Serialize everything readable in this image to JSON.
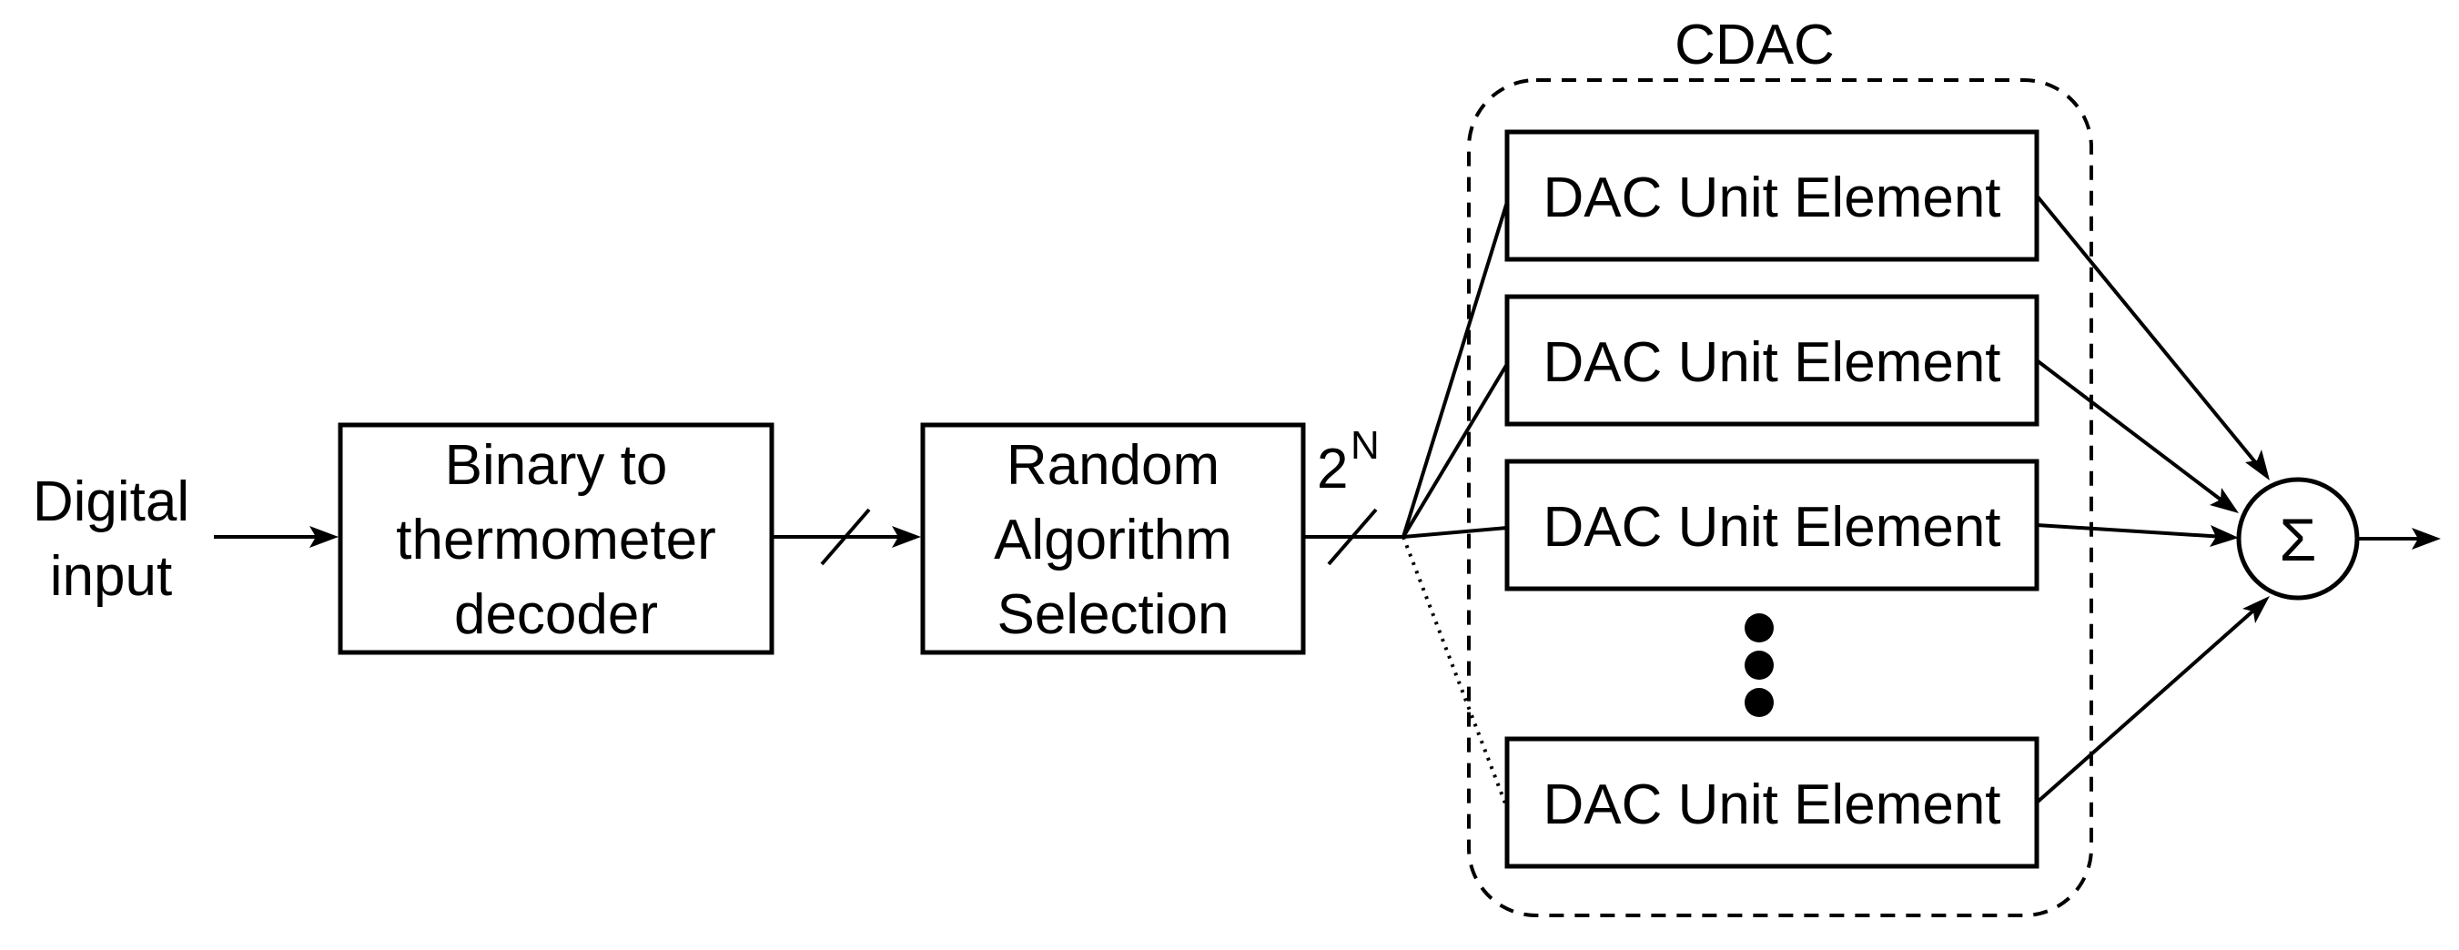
{
  "input": {
    "line1": "Digital",
    "line2": "input"
  },
  "decoder": {
    "line1": "Binary to",
    "line2": "thermometer",
    "line3": "decoder"
  },
  "selector": {
    "line1": "Random",
    "line2": "Algorithm",
    "line3": "Selection"
  },
  "bus_width": {
    "base": "2",
    "exponent": "N"
  },
  "cdac": {
    "title": "CDAC",
    "unit_labels": [
      "DAC Unit Element",
      "DAC Unit Element",
      "DAC Unit Element",
      "DAC Unit Element"
    ]
  },
  "summer": {
    "symbol": "Σ"
  },
  "colors": {
    "stroke": "#000000",
    "background": "#ffffff"
  }
}
